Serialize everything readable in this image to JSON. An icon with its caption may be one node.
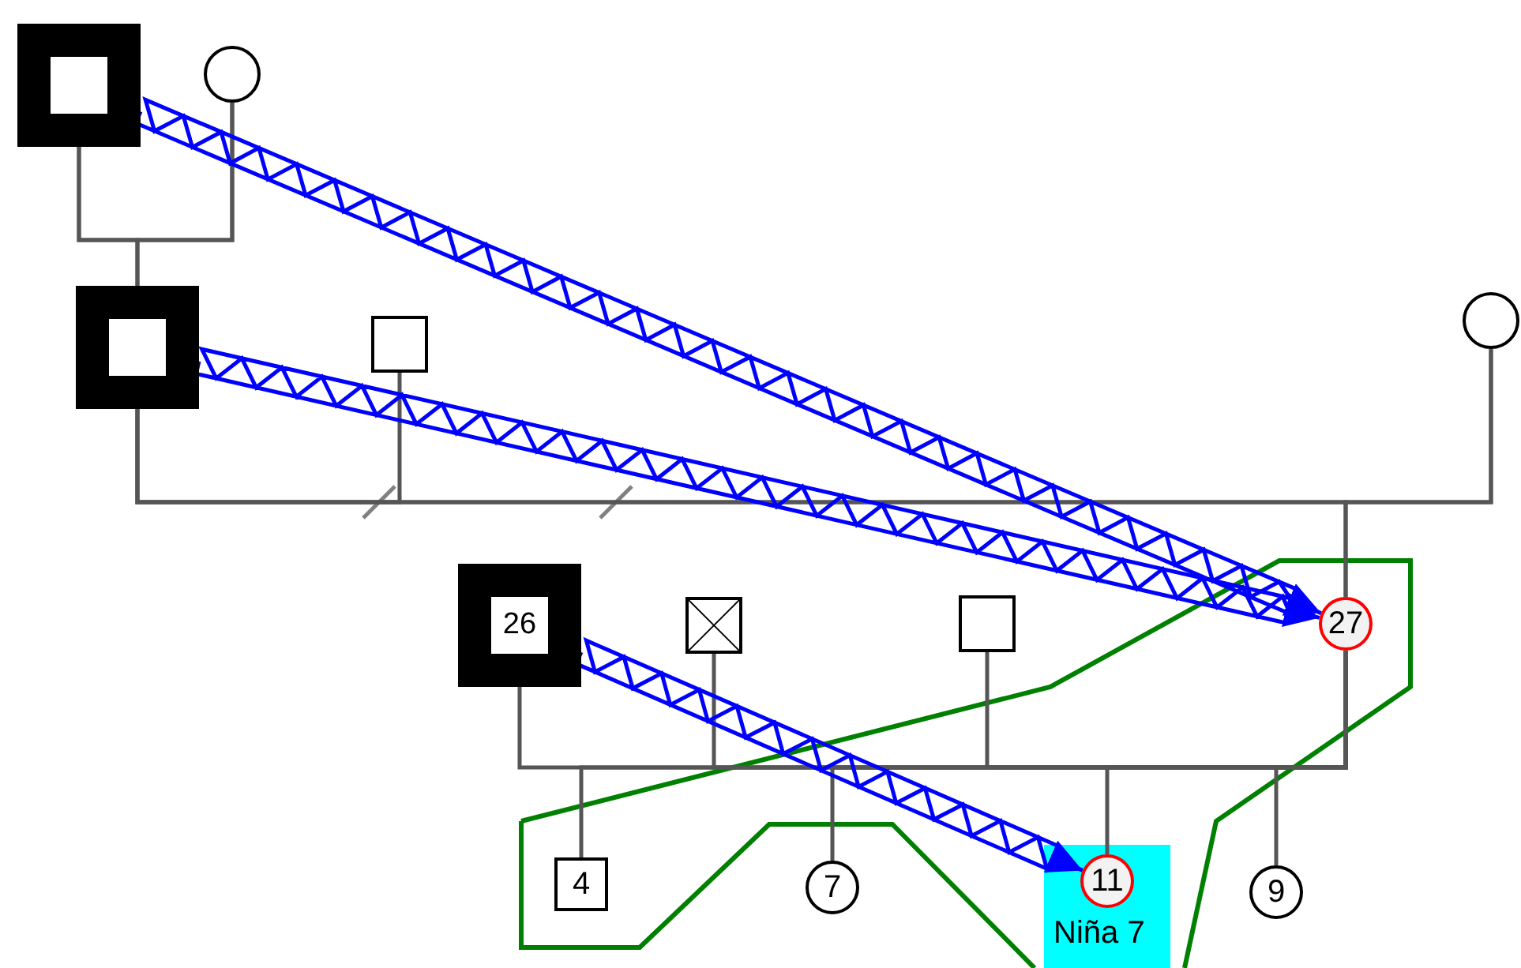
{
  "diagram": {
    "nodes": [
      {
        "text": [],
        "shape": "box"
      },
      {
        "text": [],
        "shape": "circle"
      },
      {
        "text": [],
        "shape": "box"
      },
      {
        "text": [],
        "shape": "box"
      },
      {
        "text": [],
        "shape": "circle"
      },
      {
        "text": [
          "26"
        ]
      },
      {
        "text": [],
        "shape": "box"
      },
      {
        "text": [],
        "shape": "box"
      },
      {
        "text": [
          "27"
        ]
      },
      {
        "text": [
          "4"
        ]
      },
      {
        "text": [
          "7"
        ]
      },
      {
        "text": [
          "11"
        ],
        "beside": [
          "Niña 7"
        ]
      },
      {
        "text": [
          "9"
        ]
      }
    ],
    "edges": [
      {
        "from": 0,
        "to": 1,
        "arrow": "none"
      },
      {
        "from": 0,
        "to": 2,
        "arrow": "none"
      },
      {
        "from": 1,
        "to": 2,
        "arrow": "none"
      },
      {
        "from": 2,
        "to": 3,
        "arrow": "none"
      },
      {
        "from": 2,
        "to": 4,
        "arrow": "none"
      },
      {
        "from": 2,
        "to": 8,
        "arrow": "none"
      },
      {
        "from": 4,
        "to": 8,
        "arrow": "none"
      },
      {
        "from": 5,
        "to": 8,
        "arrow": "none"
      },
      {
        "from": 6,
        "to": 8,
        "arrow": "none"
      },
      {
        "from": 7,
        "to": 8,
        "arrow": "none"
      },
      {
        "from": 8,
        "to": 9,
        "arrow": "none"
      },
      {
        "from": 8,
        "to": 10,
        "arrow": "none"
      },
      {
        "from": 8,
        "to": 11,
        "arrow": "none"
      },
      {
        "from": 8,
        "to": 12,
        "arrow": "none"
      },
      {
        "from": 0,
        "to": 8,
        "arrow": "to",
        "color": "#0000ff"
      },
      {
        "from": 2,
        "to": 8,
        "arrow": "to",
        "color": "#0000ff"
      },
      {
        "from": 5,
        "to": 11,
        "arrow": "to",
        "color": "#0000ff"
      }
    ]
  }
}
